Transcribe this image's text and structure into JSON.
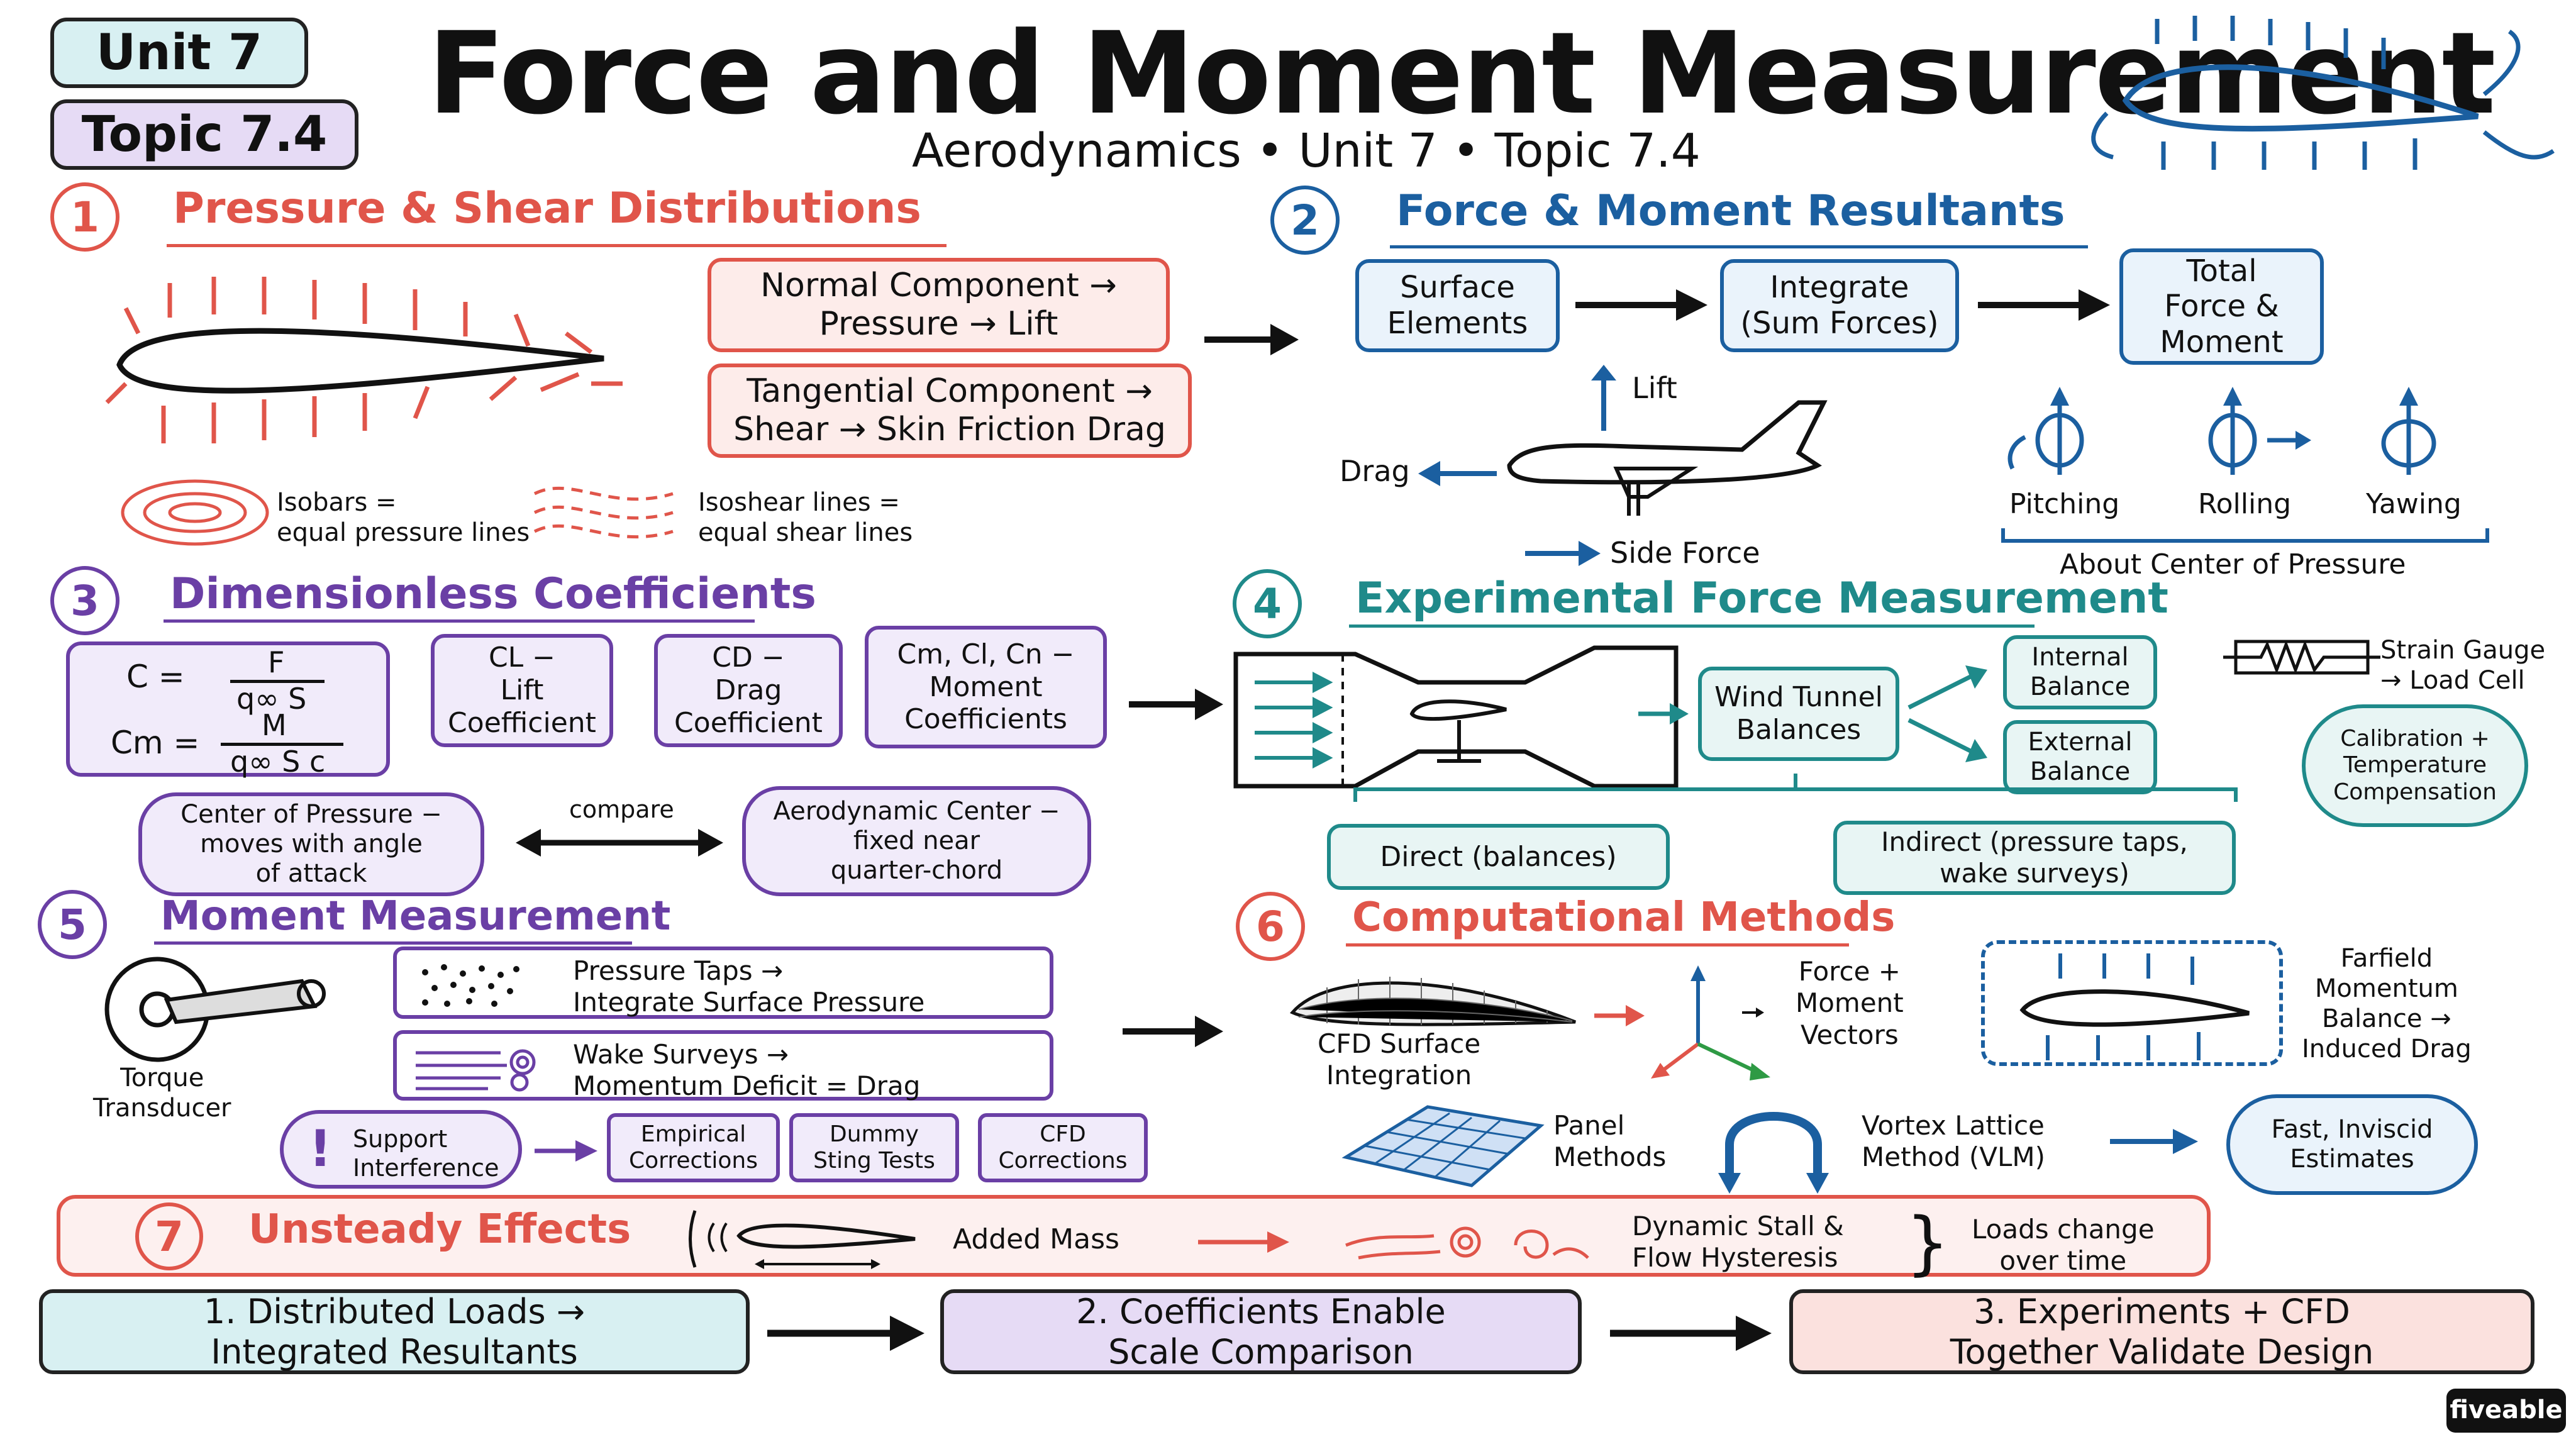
{
  "header": {
    "unit_badge": "Unit 7",
    "topic_badge": "Topic 7.4",
    "title": "Force and Moment Measurement",
    "subtitle": "Aerodynamics • Unit 7 • Topic 7.4"
  },
  "sections": {
    "s1": {
      "number": "1",
      "title": "Pressure & Shear Distributions",
      "normal_box": "Normal Component →\nPressure → Lift",
      "tangential_box": "Tangential Component →\nShear → Skin Friction Drag",
      "isobars_label": "Isobars =\nequal pressure lines",
      "isoshear_label": "Isoshear lines =\nequal shear lines"
    },
    "s2": {
      "number": "2",
      "title": "Force & Moment Resultants",
      "flow": [
        "Surface\nElements",
        "Integrate\n(Sum Forces)",
        "Total\nForce &\nMoment"
      ],
      "lift": "Lift",
      "drag": "Drag",
      "side_force": "Side Force",
      "moments": [
        "Pitching",
        "Rolling",
        "Yawing"
      ],
      "about": "About Center of Pressure"
    },
    "s3": {
      "number": "3",
      "title": "Dimensionless Coefficients",
      "formula_c_lhs": "C =",
      "formula_c_num": "F",
      "formula_c_den": "q∞ S",
      "formula_cm_lhs": "Cm =",
      "formula_cm_num": "M",
      "formula_cm_den": "q∞ S c",
      "coeff_boxes": [
        "CL −\nLift\nCoefficient",
        "CD −\nDrag\nCoefficient",
        "Cm, Cl, Cn −\nMoment\nCoefficients"
      ],
      "cop": "Center of Pressure −\nmoves with angle\nof attack",
      "compare": "compare",
      "ac": "Aerodynamic Center −\nfixed near\nquarter-chord"
    },
    "s4": {
      "number": "4",
      "title": "Experimental Force Measurement",
      "balances": "Wind Tunnel\nBalances",
      "internal": "Internal\nBalance",
      "external": "External\nBalance",
      "strain_gauge": "Strain Gauge\n→ Load Cell",
      "calibration": "Calibration +\nTemperature\nCompensation",
      "direct": "Direct (balances)",
      "indirect": "Indirect (pressure taps,\nwake surveys)"
    },
    "s5": {
      "number": "5",
      "title": "Moment Measurement",
      "torque": "Torque\nTransducer",
      "taps": "Pressure Taps →\nIntegrate Surface Pressure",
      "wake": "Wake Surveys →\nMomentum Deficit = Drag",
      "support": "Support\nInterference",
      "corrections": [
        "Empirical\nCorrections",
        "Dummy\nSting Tests",
        "CFD\nCorrections"
      ]
    },
    "s6": {
      "number": "6",
      "title": "Computational Methods",
      "cfd_surface": "CFD Surface\nIntegration",
      "force_vectors": "Force +\nMoment\nVectors",
      "farfield": "Farfield\nMomentum\nBalance →\nInduced Drag",
      "panel": "Panel\nMethods",
      "vlm": "Vortex Lattice\nMethod (VLM)",
      "fast": "Fast, Inviscid\nEstimates"
    },
    "s7": {
      "number": "7",
      "title": "Unsteady Effects",
      "added_mass": "Added Mass",
      "dynamic_stall": "Dynamic Stall &\nFlow Hysteresis",
      "loads_change": "Loads change\nover time"
    }
  },
  "summary": [
    "1. Distributed Loads →\nIntegrated Resultants",
    "2. Coefficients Enable\nScale Comparison",
    "3. Experiments + CFD\nTogether Validate Design"
  ],
  "brand": "fiveable",
  "colors": {
    "red": "#e0554a",
    "blue": "#1b5fa0",
    "purple": "#6a3fa5",
    "teal": "#1f8a8a"
  }
}
